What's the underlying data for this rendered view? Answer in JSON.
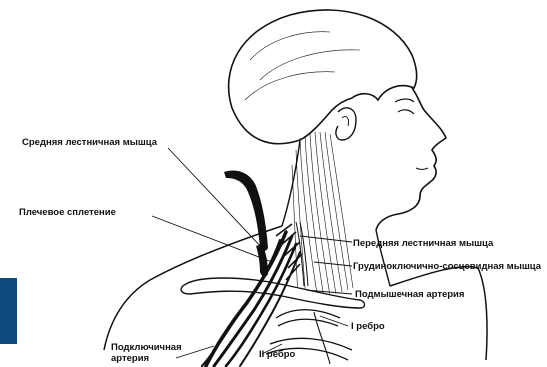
{
  "labels": {
    "middle_scalene": "Средняя лестничная мышца",
    "brachial_plexus": "Плечевое сплетение",
    "anterior_scalene": "Передняя лестничная мышца",
    "sternocleidomastoid": "Грудиноключично-сосцевидная мышца",
    "axillary_artery": "Подмышечная артерия",
    "first_rib": "I ребро",
    "subclavian_artery_line1": "Подключичная",
    "subclavian_artery_line2": "артерия",
    "second_rib": "II ребро"
  },
  "colors": {
    "ink": "#111111",
    "background": "#ffffff",
    "edge_tab": "#0f4a80"
  }
}
